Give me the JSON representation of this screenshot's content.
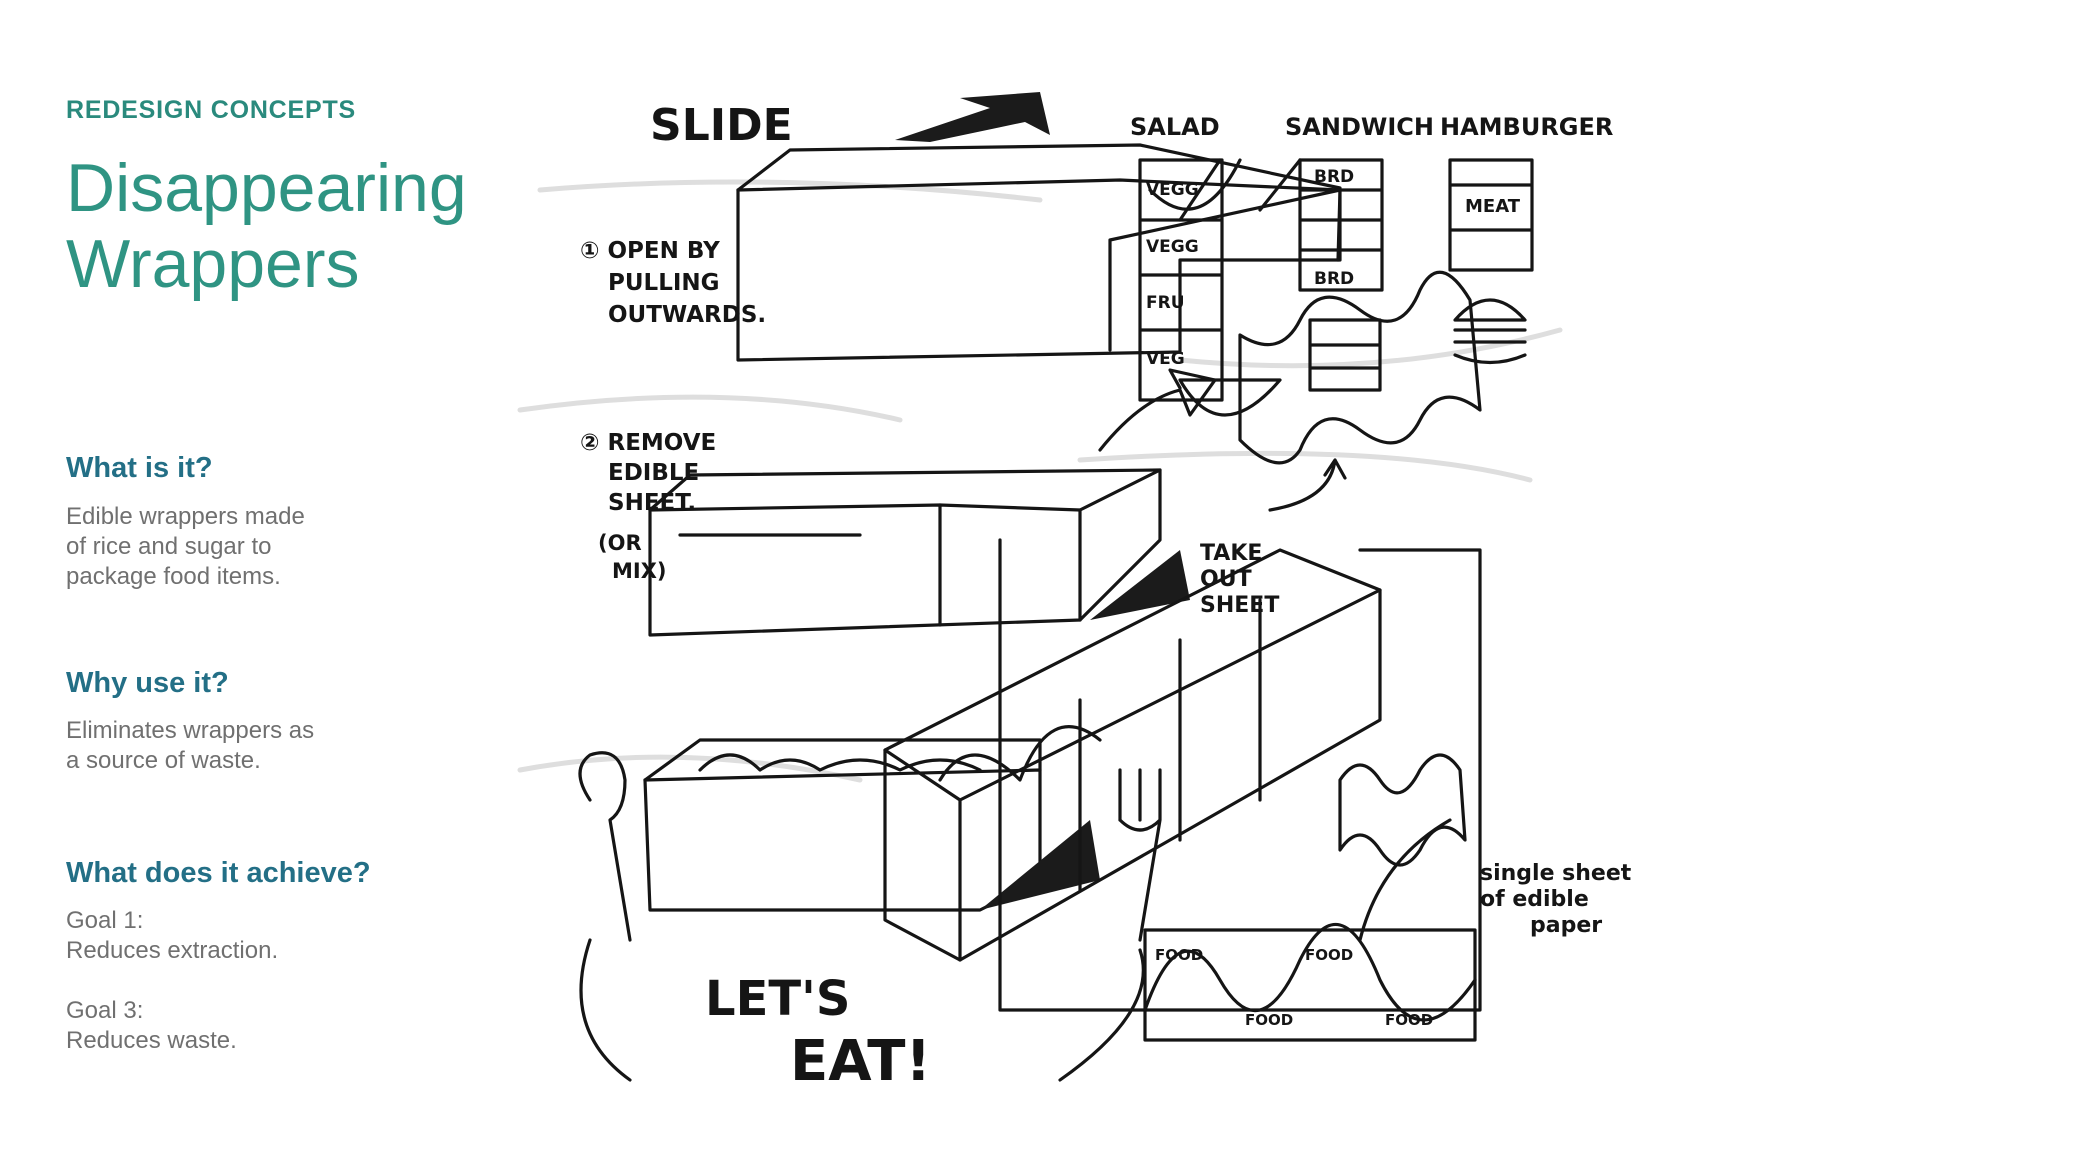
{
  "header": {
    "eyebrow": "REDESIGN CONCEPTS",
    "title_line1": "Disappearing",
    "title_line2": "Wrappers"
  },
  "sections": {
    "what": {
      "heading": "What is it?",
      "line1": "Edible wrappers made",
      "line2": "of rice and sugar to",
      "line3": "package food items."
    },
    "why": {
      "heading": "Why use it?",
      "line1": "Eliminates wrappers as",
      "line2": "a source of waste."
    },
    "achieve": {
      "heading": "What does it achieve?",
      "goal1_label": "Goal 1:",
      "goal1_text": "Reduces extraction.",
      "goal3_label": "Goal 3:",
      "goal3_text": "Reduces waste."
    }
  },
  "sketch": {
    "slide": "SLIDE",
    "step1_line1": "① OPEN BY",
    "step1_line2": "PULLING",
    "step1_line3": "OUTWARDS.",
    "step2_line1": "② REMOVE",
    "step2_line2": "EDIBLE",
    "step2_line3": "SHEET.",
    "step2_line4": "(OR",
    "step2_line5": "MIX)",
    "take_line1": "TAKE",
    "take_line2": "OUT",
    "take_line3": "SHEET",
    "salad": "SALAD",
    "sandwich": "SANDWICH",
    "hamburger": "HAMBURGER",
    "salad_rows": [
      "VEGG",
      "VEGG",
      "FRU",
      "VEG"
    ],
    "sandwich_top": "BRD",
    "sandwich_bottom": "BRD",
    "burger_row": "MEAT",
    "lets": "LET'S",
    "eat": "EAT!",
    "single_line1": "single sheet",
    "single_line2": "of edible",
    "single_line3": "paper",
    "food_labels": [
      "FOOD",
      "FOOD",
      "FOOD",
      "FOOD"
    ]
  }
}
